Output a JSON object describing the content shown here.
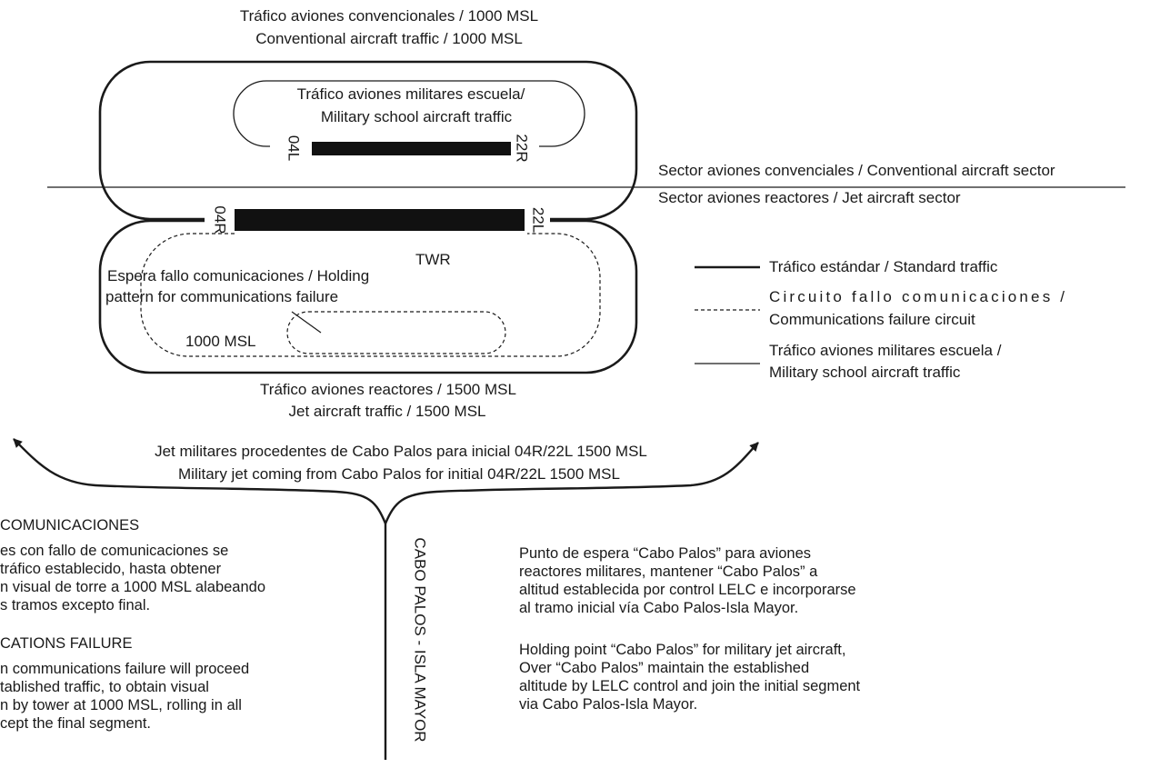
{
  "top_traffic": {
    "es": "Tráfico aviones convencionales / 1000 MSL",
    "en": "Conventional aircraft traffic / 1000 MSL"
  },
  "military_school_circuit": {
    "es": "Tráfico aviones militares escuela/",
    "en": "Military school aircraft traffic"
  },
  "runways": {
    "upper_left": "04L",
    "upper_right": "22R",
    "lower_left": "04R",
    "lower_right": "22L"
  },
  "sectors": {
    "conventional": "Sector aviones convenciales / Conventional aircraft sector",
    "jet": "Sector aviones reactores / Jet aircraft sector"
  },
  "twr": "TWR",
  "holding": {
    "line1": "Espera fallo comunicaciones / Holding",
    "line2": "pattern for communications failure",
    "altitude": "1000 MSL"
  },
  "jet_traffic": {
    "es": "Tráfico aviones reactores / 1500 MSL",
    "en": "Jet aircraft traffic / 1500 MSL"
  },
  "legend": {
    "standard": "Tráfico estándar / Standard traffic",
    "circuit_es": "Circuito fallo comunicaciones /",
    "circuit_en": "Communications failure circuit",
    "school_es": "Tráfico aviones militares escuela /",
    "school_en": "Military school aircraft traffic"
  },
  "military_jet": {
    "es": "Jet militares procedentes de Cabo Palos para inicial 04R/22L 1500 MSL",
    "en": "Military jet coming from Cabo Palos for initial 04R/22L 1500 MSL"
  },
  "route_label": "CABO PALOS - ISLA MAYOR",
  "comm_failure": {
    "heading_es": "COMUNICACIONES",
    "body_es": [
      "es con fallo de comunicaciones se",
      "tráfico establecido, hasta obtener",
      "n visual de torre a 1000 MSL alabeando",
      "s tramos excepto final."
    ],
    "heading_en": "CATIONS FAILURE",
    "body_en": [
      "n communications failure will proceed",
      "tablished traffic, to obtain visual",
      "n by tower at 1000 MSL, rolling in all",
      "cept the final segment."
    ]
  },
  "holding_point": {
    "es": [
      "Punto de espera “Cabo Palos” para aviones",
      "reactores militares, mantener “Cabo Palos” a",
      "altitud establecida por control LELC e incorporarse",
      "al tramo inicial vía Cabo Palos-Isla Mayor."
    ],
    "en": [
      "Holding point “Cabo Palos” for military jet aircraft,",
      "Over “Cabo Palos” maintain the established",
      "altitude by LELC control and join the initial segment",
      "via Cabo Palos-Isla Mayor."
    ]
  }
}
